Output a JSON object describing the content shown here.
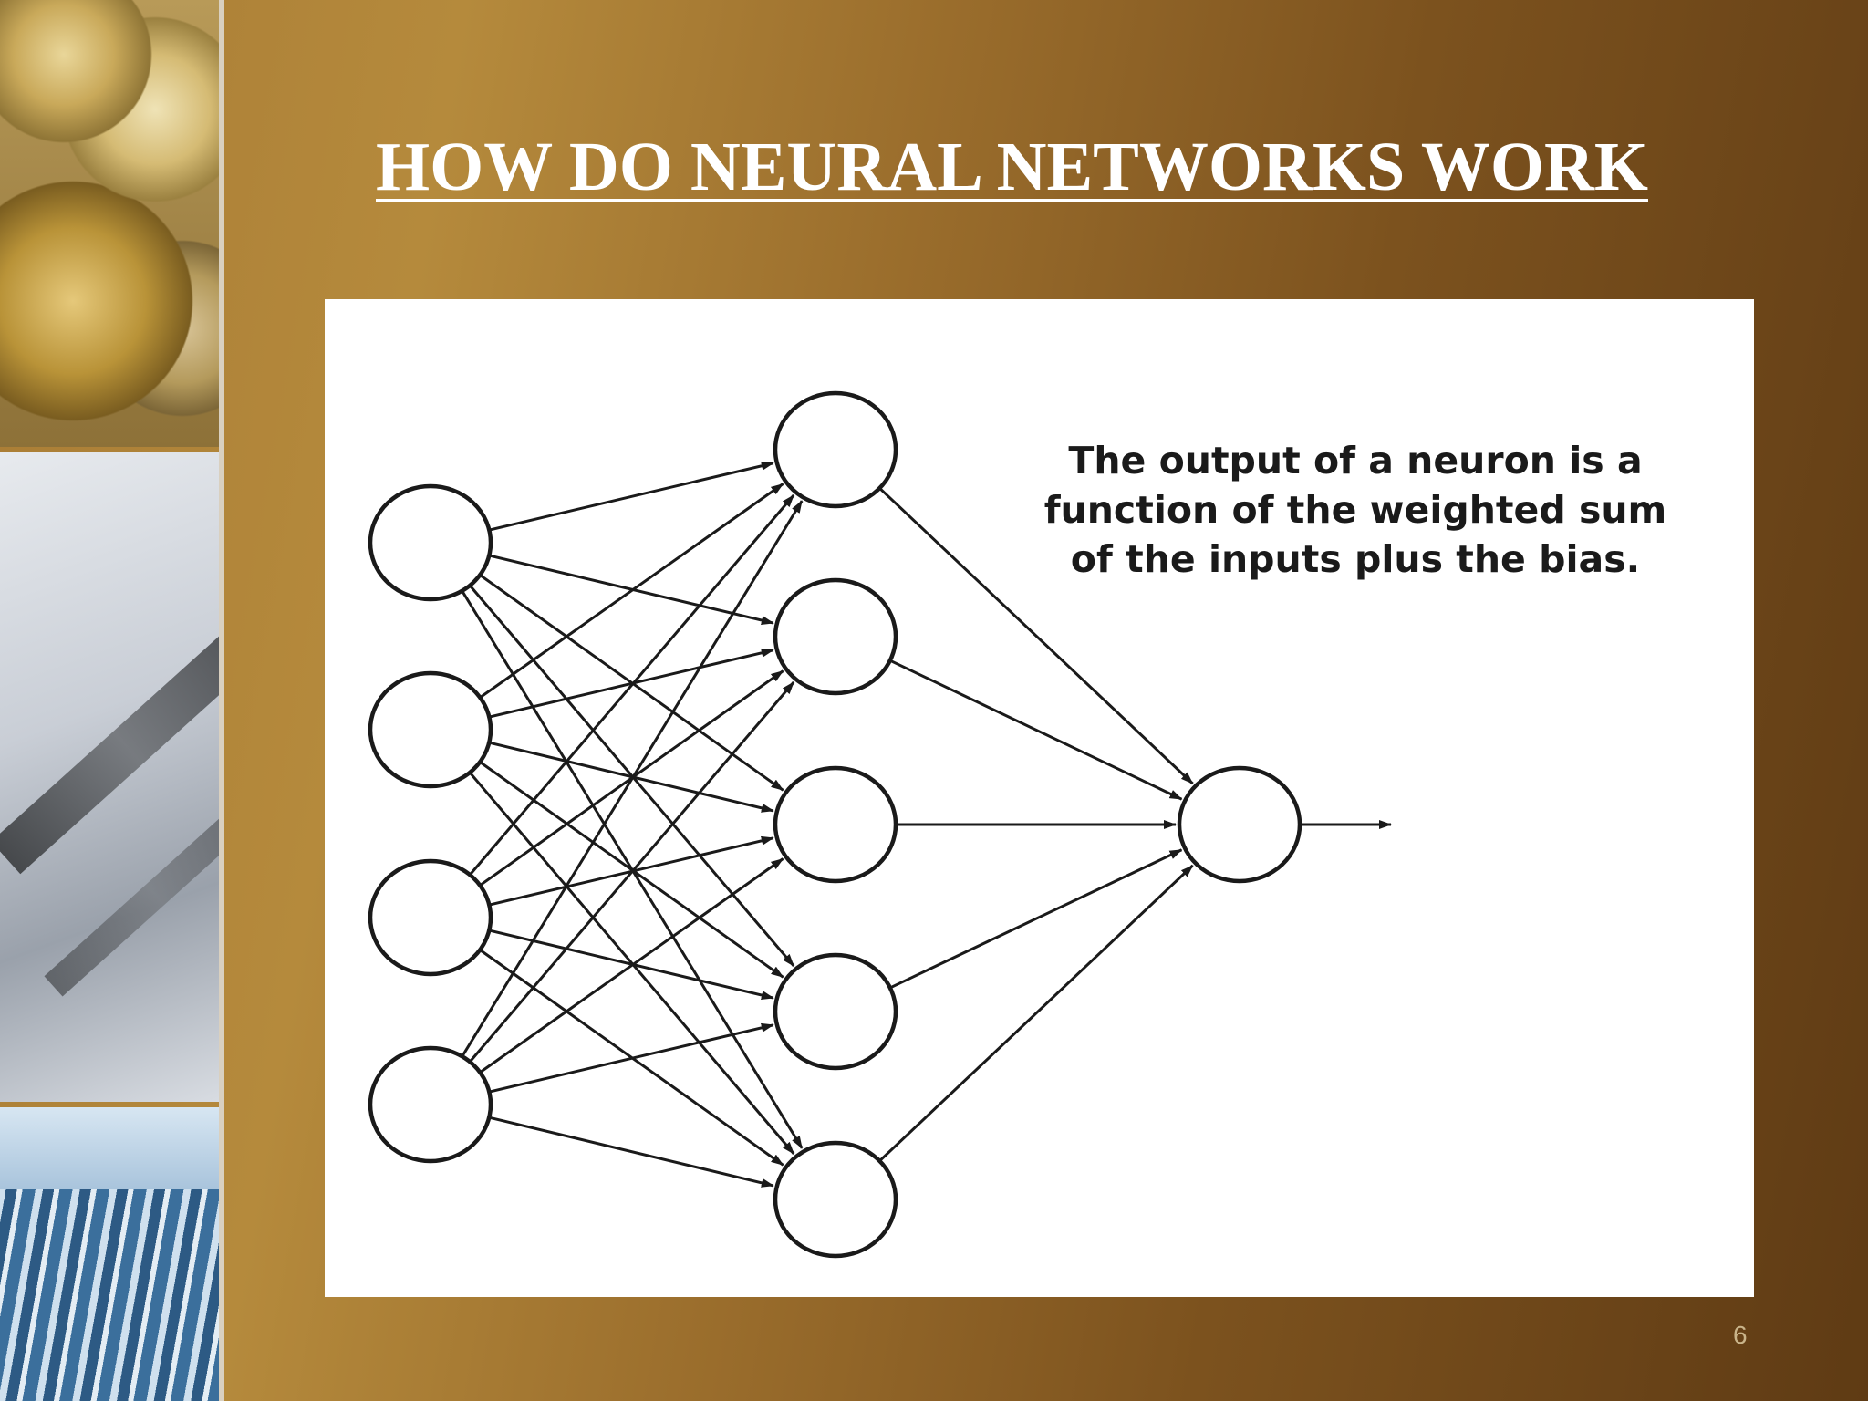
{
  "slide": {
    "title": "HOW DO NEURAL NETWORKS WORK",
    "caption": "The output of a neuron is a function of the weighted sum of the inputs plus the bias.",
    "page_number": "6"
  },
  "network": {
    "layers": [
      4,
      5,
      1
    ]
  },
  "colors": {
    "background_gold": "#a97c35",
    "background_dark_brown": "#5f3b14",
    "title_text": "#ffffff",
    "diagram_background": "#ffffff",
    "diagram_stroke": "#1a1a1a"
  }
}
